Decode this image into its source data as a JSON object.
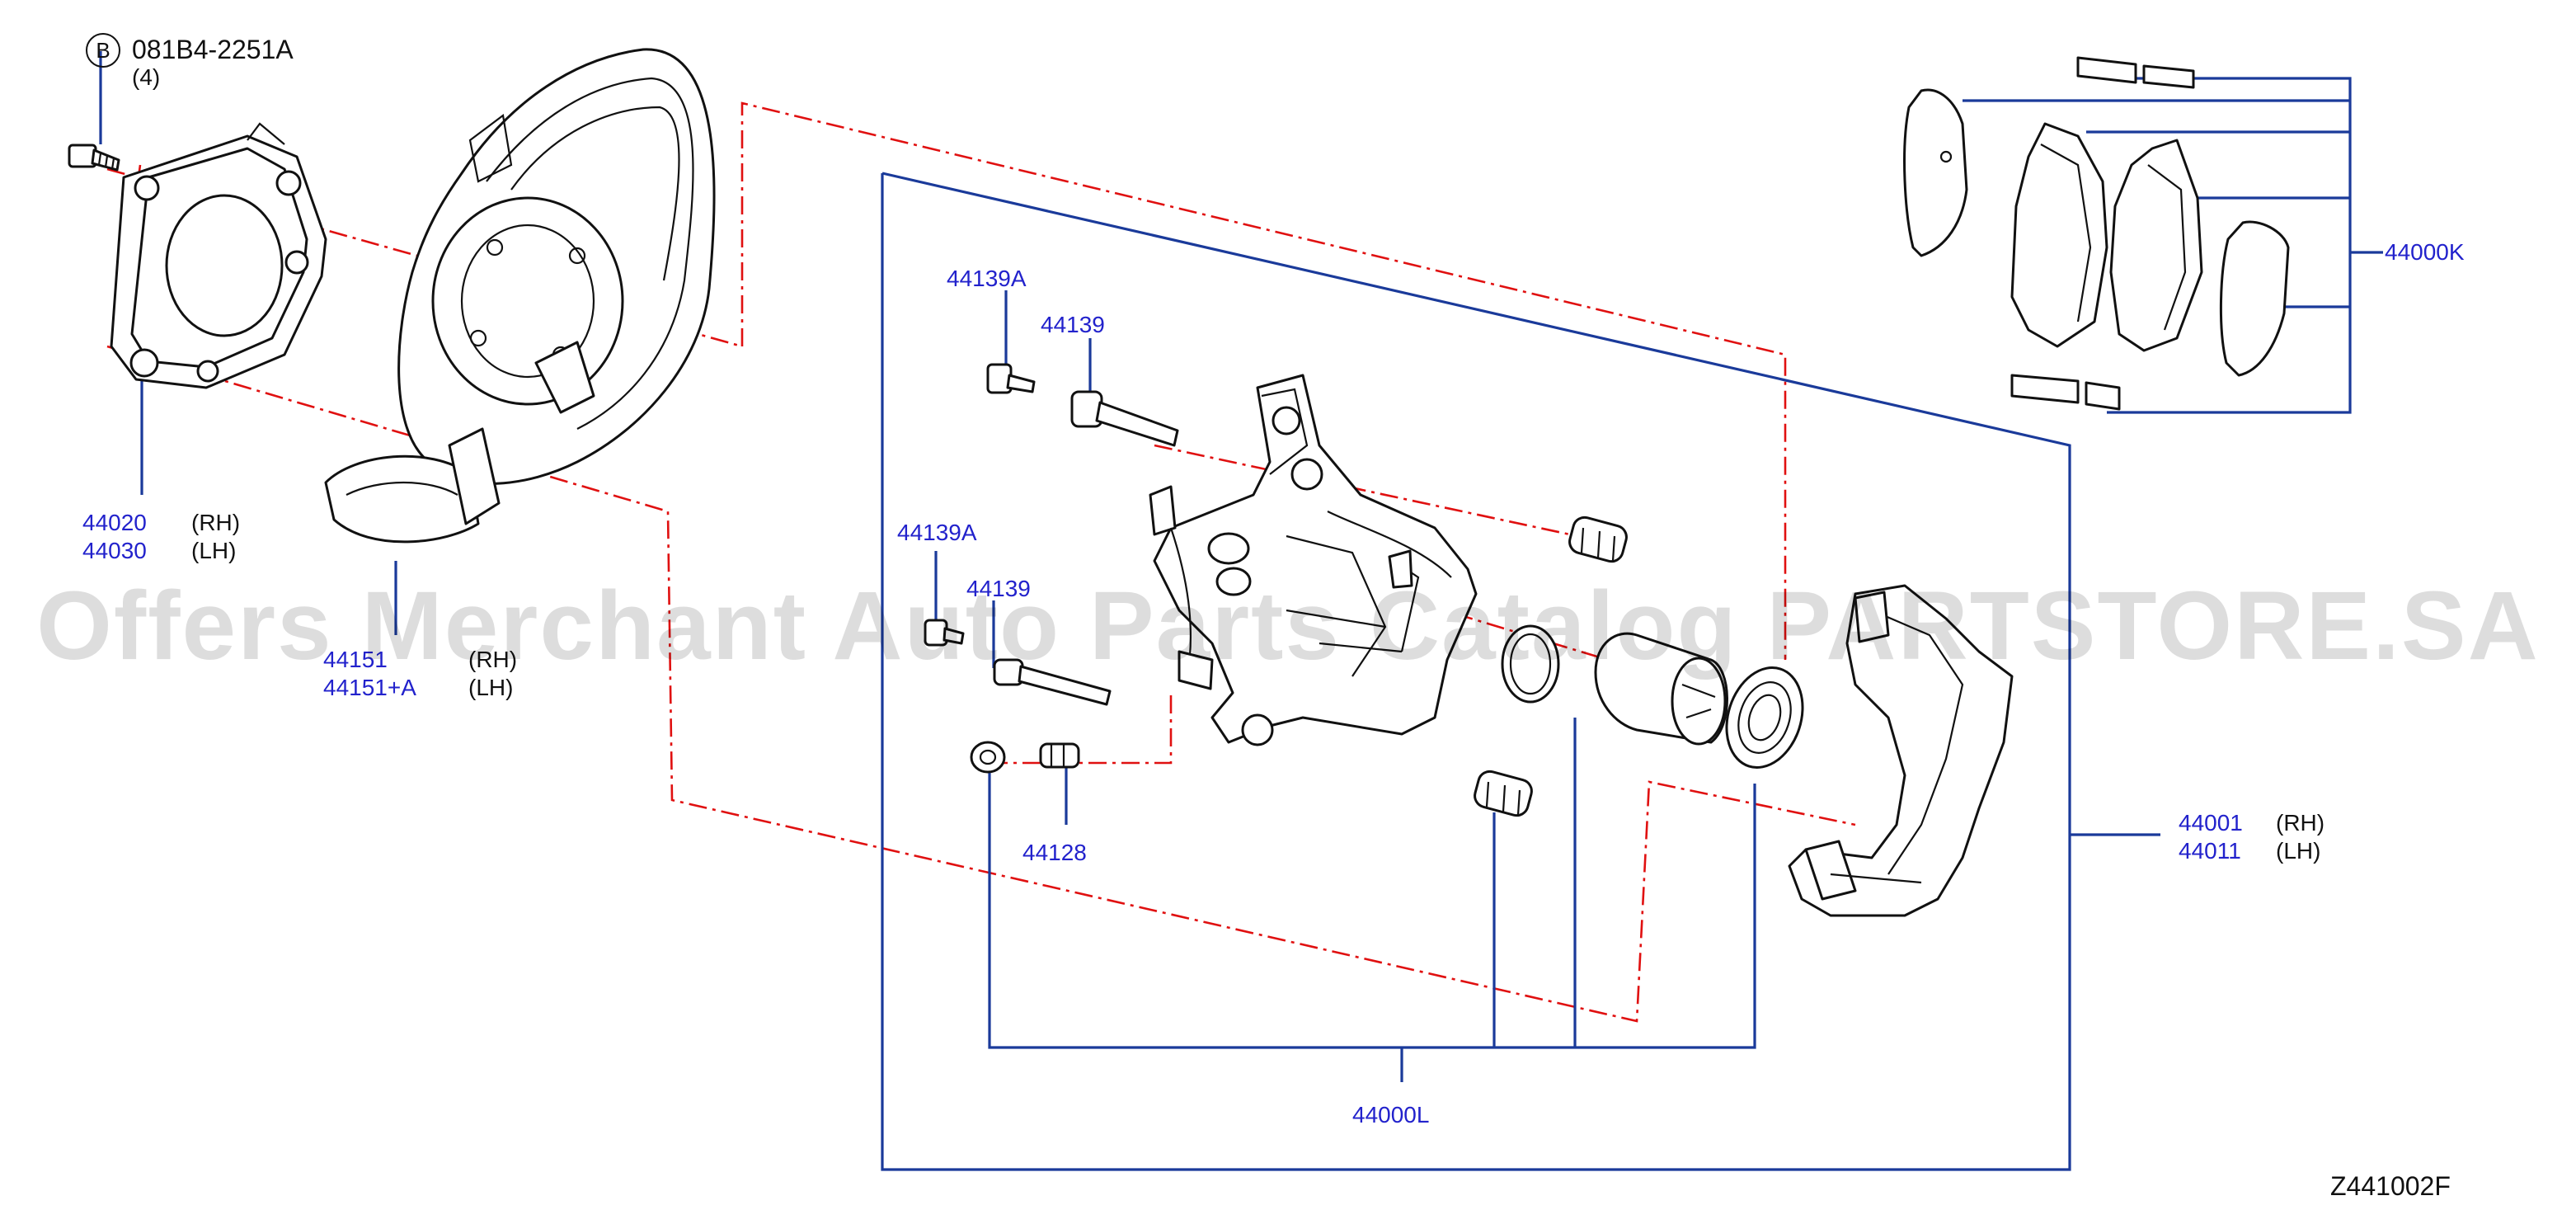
{
  "labels": {
    "bolt_code": "081B4-2251A",
    "bolt_qty": "(4)",
    "bolt_symbol": "B",
    "p44020": "44020",
    "p44030": "44030",
    "rh1": "(RH)",
    "lh1": "(LH)",
    "p44151": "44151",
    "p44151a": "44151+A",
    "rh2": "(RH)",
    "lh2": "(LH)",
    "p44139a_1": "44139A",
    "p44139_1": "44139",
    "p44139a_2": "44139A",
    "p44139_2": "44139",
    "p44128": "44128",
    "p44000L": "44000L",
    "p44001": "44001",
    "p44011": "44011",
    "rh3": "(RH)",
    "lh3": "(LH)",
    "p44000K": "44000K",
    "diagram_code": "Z441002F"
  },
  "watermark": "Offers Merchant Auto Parts Catalog PARTSTORE.SA",
  "colors": {
    "part_number": "#2222cc",
    "leader_line": "#1a3a9a",
    "dash_line": "#e01010",
    "outline": "#111111"
  }
}
